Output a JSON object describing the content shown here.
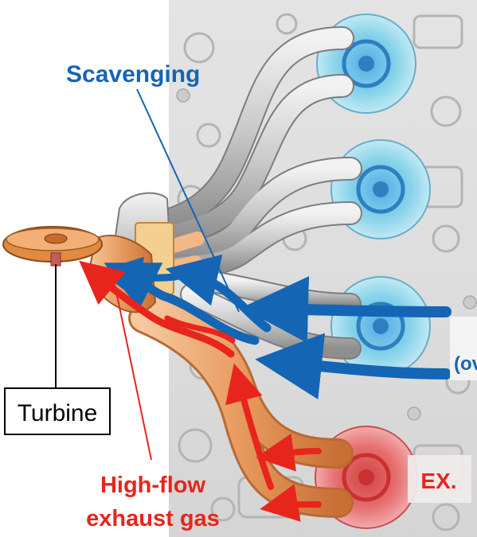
{
  "labels": {
    "scavenging": "Scavenging",
    "turbine": "Turbine",
    "exhaust_line1": "High-flow",
    "exhaust_line2": "exhaust gas",
    "ex": "EX.",
    "partial": "(ov"
  },
  "colors": {
    "scavenging_blue": "#1565b5",
    "exhaust_red": "#e8251c",
    "ex_valve_red": "#e04a4a",
    "valve_cyan": "#7ed4ea",
    "pipe_orange": "#e9a064",
    "turbine_orange": "#d9732c",
    "pipe_grey": "#c8c8c8"
  }
}
